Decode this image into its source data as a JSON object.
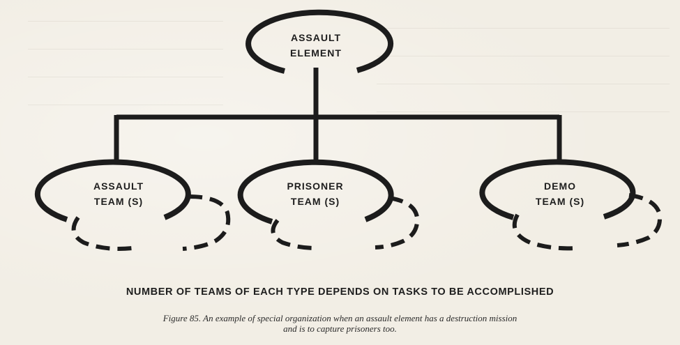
{
  "diagram": {
    "nodes": {
      "root": {
        "line1": "ASSAULT",
        "line2": "ELEMENT"
      },
      "assault_team": {
        "line1": "ASSAULT",
        "line2": "TEAM (S)"
      },
      "prisoner_team": {
        "line1": "PRISONER",
        "line2": "TEAM (S)"
      },
      "demo_team": {
        "line1": "DEMO",
        "line2": "TEAM (S)"
      }
    },
    "note": "NUMBER OF TEAMS OF EACH TYPE DEPENDS ON TASKS TO BE ACCOMPLISHED"
  },
  "caption": {
    "line1": "Figure 85.  An example of special organization when an assault element has a destruction mission",
    "line2": "and is to capture prisoners too."
  }
}
